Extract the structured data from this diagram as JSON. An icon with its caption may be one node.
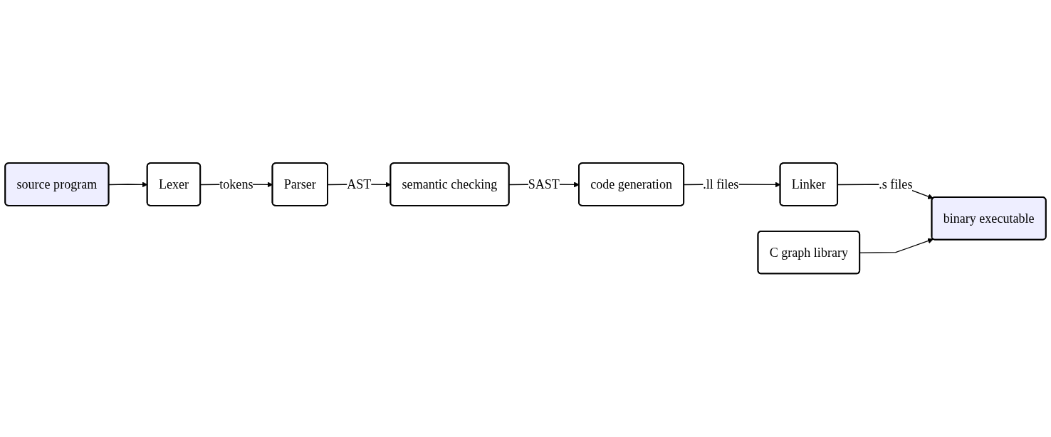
{
  "diagram": {
    "nodes": [
      {
        "text": [
          "source program"
        ]
      },
      {
        "text": [
          "Lexer"
        ]
      },
      {
        "text": [
          "Parser"
        ]
      },
      {
        "text": [
          "semantic checking"
        ]
      },
      {
        "text": [
          "code generation"
        ]
      },
      {
        "text": [
          "Linker"
        ]
      },
      {
        "text": [
          "binary executable"
        ]
      },
      {
        "text": [
          "C graph library"
        ]
      }
    ],
    "edges": [
      {
        "from": 0,
        "to": 1,
        "arrow": "to"
      },
      {
        "from": 1,
        "to": 2,
        "label": "tokens",
        "arrow": "to"
      },
      {
        "from": 2,
        "to": 3,
        "label": "AST",
        "arrow": "to"
      },
      {
        "from": 3,
        "to": 4,
        "label": "SAST",
        "arrow": "to"
      },
      {
        "from": 4,
        "to": 5,
        "label": ".ll files",
        "arrow": "to"
      },
      {
        "from": 5,
        "to": 6,
        "label": ".s files",
        "arrow": "to"
      },
      {
        "from": 7,
        "to": 6,
        "arrow": "to"
      }
    ]
  }
}
